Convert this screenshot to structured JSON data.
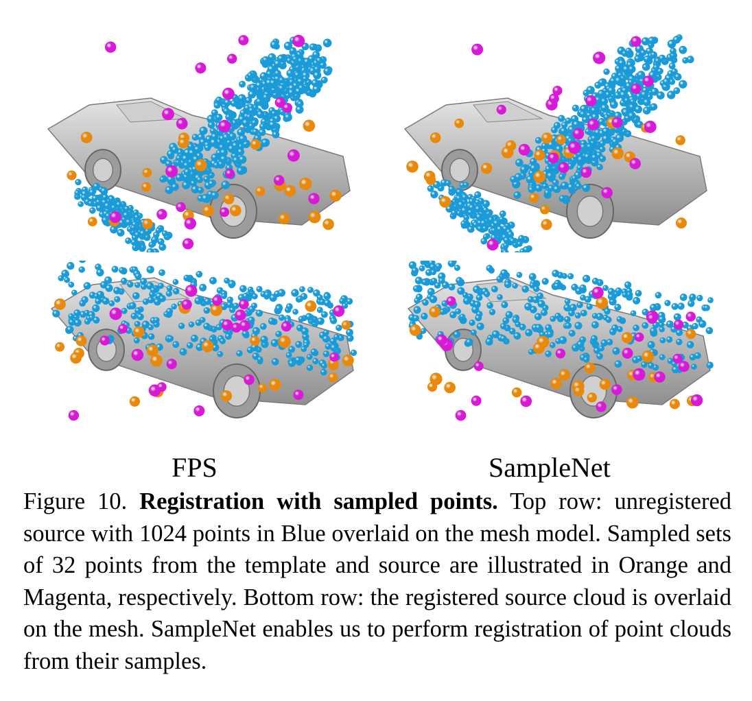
{
  "figure": {
    "col_labels": [
      "FPS",
      "SampleNet"
    ],
    "caption": {
      "prefix": "Figure 10.",
      "title": "Registration with sampled points.",
      "body": "Top row: unregistered source with 1024 points in Blue overlaid on the mesh model. Sampled sets of 32 points from the template and source are illustrated in Orange and Magenta, respectively. Bottom row: the registered source cloud is overlaid on the mesh. SampleNet enables us to perform registration of point clouds from their samples."
    },
    "colors": {
      "source_points": "#1a9ad6",
      "template_samples": "#e8890c",
      "source_samples": "#d61ad6",
      "mesh": "#b9b9b9"
    }
  }
}
